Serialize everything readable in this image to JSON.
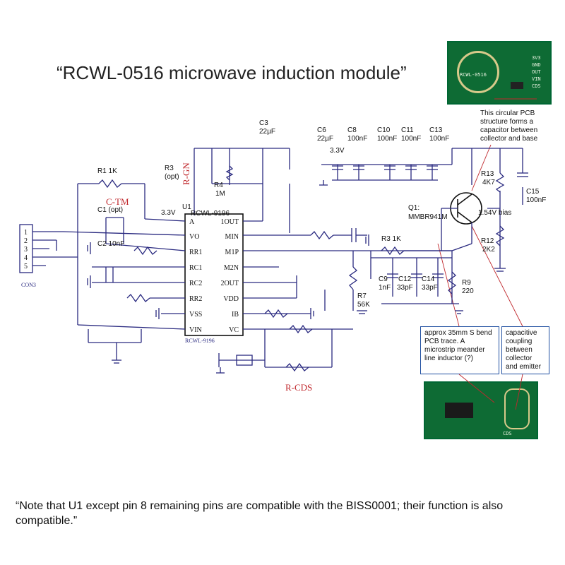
{
  "title": "“RCWL-0516 microwave induction module”",
  "note": "“Note that U1 except pin 8 remaining pins are compatible with the BISS0001; their function is also compatible.”",
  "callouts": {
    "pcb_capacitor": "This circular  PCB structure forms a capacitor between collector and base",
    "trace_inductor": "approx 35mm S bend PCB trace. A microstrip meander line inductor (?)",
    "coupling": "capacitive coupling between collector and emitter"
  },
  "board_top": {
    "label": "RCWL-0516",
    "pins": [
      "3V3",
      "GND",
      "OUT",
      "VIN",
      "CDS"
    ]
  },
  "board_bottom": {
    "label": "CDS"
  },
  "components": {
    "c3": {
      "name": "C3",
      "value": "22µF"
    },
    "c6": {
      "name": "C6",
      "value": "22µF"
    },
    "c8": {
      "name": "C8",
      "value": "100nF"
    },
    "c10": {
      "name": "C10",
      "value": "100nF"
    },
    "c11": {
      "name": "C11",
      "value": "100nF"
    },
    "c13": {
      "name": "C13",
      "value": "100nF"
    },
    "rail_33": "3.3V",
    "r1": {
      "name": "R1 1K"
    },
    "r3": {
      "name": "R3",
      "value": "(opt)"
    },
    "r4": {
      "name": "R4",
      "value": "1M"
    },
    "r13": {
      "name": "R13",
      "value": "4K7"
    },
    "c15": {
      "name": "C15",
      "value": "100nF"
    },
    "q1": {
      "name": "Q1:",
      "value": "MMBR941M"
    },
    "bias": "1.54V bias",
    "r12": {
      "name": "R12",
      "value": "2K2"
    },
    "c1": {
      "name": "C1 (opt)"
    },
    "c2": {
      "name": "C2 10nF"
    },
    "u1_rail": "3.3V",
    "u1": {
      "ref": "U1",
      "name": "RCWL-9196",
      "bottom": "RCWL-9196"
    },
    "r3b": {
      "name": "R3 1K"
    },
    "c9": {
      "name": "C9",
      "value": "1nF"
    },
    "c12": {
      "name": "C12",
      "value": "33pF"
    },
    "c14": {
      "name": "C14",
      "value": "33pF"
    },
    "r9": {
      "name": "R9",
      "value": "220"
    },
    "r7": {
      "name": "R7",
      "value": "56K"
    },
    "conn": "CON3",
    "r_gn": "R-GN",
    "c_tm": "C-TM",
    "r_cds": "R-CDS"
  },
  "u1_pins_left": [
    "A",
    "VO",
    "RR1",
    "RC1",
    "RC2",
    "RR2",
    "VSS",
    "VIN"
  ],
  "u1_pins_right": [
    "1OUT",
    "MIN",
    "M1P",
    "M2N",
    "2OUT",
    "VDD",
    "IB",
    "VC"
  ],
  "conn_pins": [
    "1",
    "2",
    "3",
    "4",
    "5"
  ],
  "colors": {
    "wire": "#2a2a80",
    "handwriting": "#c0282d",
    "pcb": "#0e6b34",
    "callout_border": "#1f4fa0"
  }
}
